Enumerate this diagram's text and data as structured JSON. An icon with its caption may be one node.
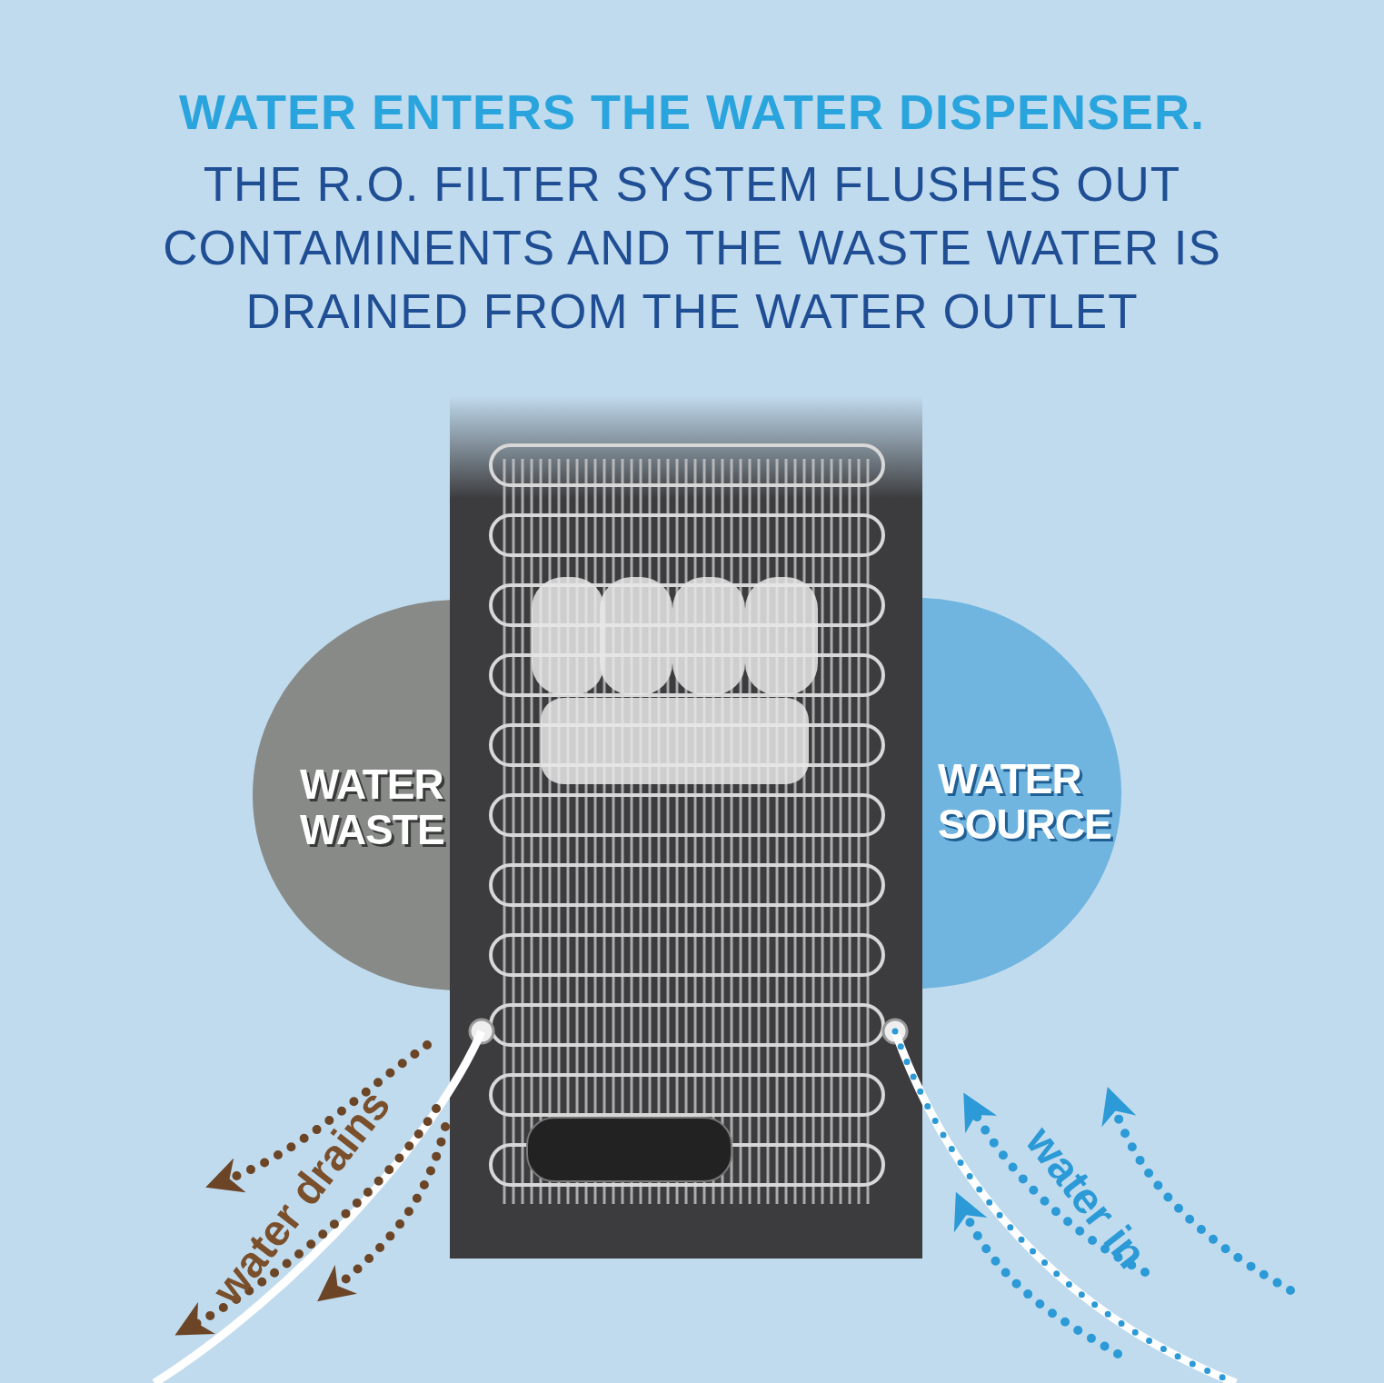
{
  "diagram": {
    "title": "WATER ENTERS THE WATER DISPENSER.",
    "nodes": [
      {
        "text": [
          "WATER WASTE"
        ]
      },
      {
        "text": [
          "WATER SOURCE"
        ]
      }
    ],
    "labels": [
      "THE R.O. FILTER SYSTEM FLUSHES OUT CONTAMINENTS AND THE WASTE WATER IS DRAINED FROM THE WATER OUTLET",
      "water drains",
      "water in"
    ]
  }
}
